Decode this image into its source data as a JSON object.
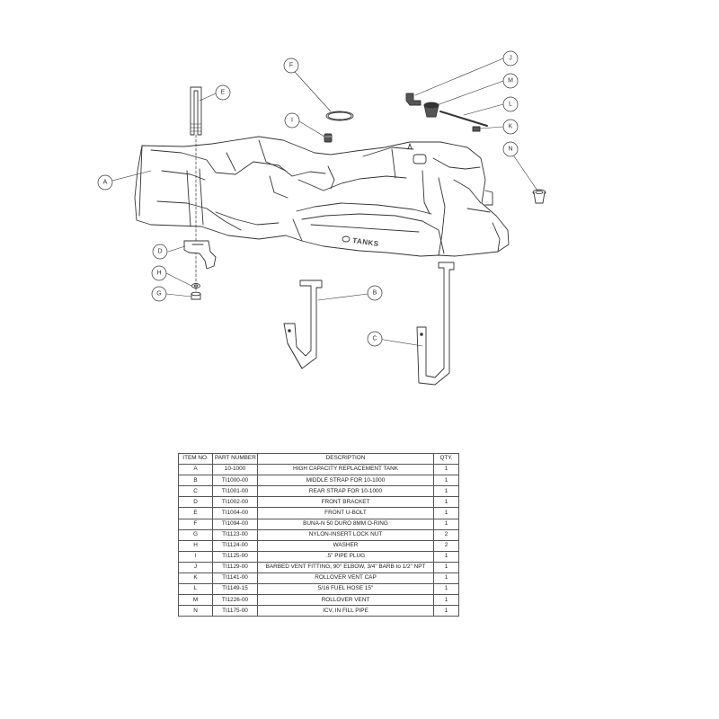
{
  "callouts": [
    {
      "id": "A",
      "label": "A"
    },
    {
      "id": "B",
      "label": "B"
    },
    {
      "id": "C",
      "label": "C"
    },
    {
      "id": "D",
      "label": "D"
    },
    {
      "id": "E",
      "label": "E"
    },
    {
      "id": "F",
      "label": "F"
    },
    {
      "id": "G",
      "label": "G"
    },
    {
      "id": "H",
      "label": "H"
    },
    {
      "id": "I",
      "label": "I"
    },
    {
      "id": "J",
      "label": "J"
    },
    {
      "id": "K",
      "label": "K"
    },
    {
      "id": "L",
      "label": "L"
    },
    {
      "id": "M",
      "label": "M"
    },
    {
      "id": "N",
      "label": "N"
    }
  ],
  "logo": {
    "text": "TANKS"
  },
  "bom": {
    "headers": [
      "ITEM NO.",
      "PART NUMBER",
      "DESCRIPTION",
      "QTY."
    ],
    "rows": [
      {
        "item": "A",
        "part": "10-1000",
        "desc": "HIGH CAPACITY REPLACEMENT TANK",
        "qty": "1"
      },
      {
        "item": "B",
        "part": "TI1000-00",
        "desc": "MIDDLE STRAP FOR 10-1000",
        "qty": "1"
      },
      {
        "item": "C",
        "part": "TI1001-00",
        "desc": "REAR STRAP FOR 10-1000",
        "qty": "1"
      },
      {
        "item": "D",
        "part": "TI1002-00",
        "desc": "FRONT BRACKET",
        "qty": "1"
      },
      {
        "item": "E",
        "part": "TI1004-00",
        "desc": "FRONT U-BOLT",
        "qty": "1"
      },
      {
        "item": "F",
        "part": "TI1094-00",
        "desc": "BUNA-N 50 DURO 8MM O-RING",
        "qty": "1"
      },
      {
        "item": "G",
        "part": "TI1123-00",
        "desc": "NYLON-INSERT LOCK NUT",
        "qty": "2"
      },
      {
        "item": "H",
        "part": "TI1124-00",
        "desc": "WASHER",
        "qty": "2"
      },
      {
        "item": "I",
        "part": "TI1125-00",
        "desc": ".5\" PIPE PLUG",
        "qty": "1"
      },
      {
        "item": "J",
        "part": "TI1129-00",
        "desc": "BARBED VENT FITTING, 90° ELBOW, 3/4\" BARB to 1/2\" NPT",
        "qty": "1"
      },
      {
        "item": "K",
        "part": "TI1141-00",
        "desc": "ROLLOVER VENT CAP",
        "qty": "1"
      },
      {
        "item": "L",
        "part": "TI1149-15",
        "desc": "5/16 FUEL HOSE 15\"",
        "qty": "1"
      },
      {
        "item": "M",
        "part": "TI1226-00",
        "desc": "ROLLOVER VENT",
        "qty": "1"
      },
      {
        "item": "N",
        "part": "TI1175-00",
        "desc": "ICV, IN FILL PIPE",
        "qty": "1"
      }
    ]
  }
}
